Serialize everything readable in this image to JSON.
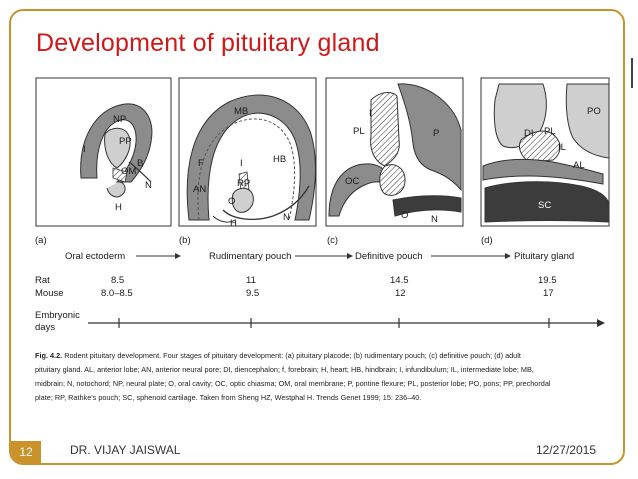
{
  "title": "Development of  pituitary gland",
  "footer": {
    "slide_number": "12",
    "author": "DR. VIJAY JAISWAL",
    "date": "12/27/2015"
  },
  "colors": {
    "title": "#d01818",
    "frame": "#c9922b",
    "tissue_dark": "#8c8c8c",
    "tissue_light": "#cfcfcf",
    "cartilage": "#3c3c3c"
  },
  "panels": [
    {
      "id": "(a)",
      "labels": [
        "NP",
        "PP",
        "OM",
        "I",
        "B",
        "N",
        "H"
      ]
    },
    {
      "id": "(b)",
      "labels": [
        "MB",
        "F",
        "I",
        "HB",
        "AN",
        "RP",
        "O",
        "H",
        "N"
      ]
    },
    {
      "id": "(c)",
      "labels": [
        "I",
        "PL",
        "P",
        "OC",
        "O",
        "N"
      ]
    },
    {
      "id": "(d)",
      "labels": [
        "PO",
        "DI",
        "PL",
        "IL",
        "AL",
        "SC"
      ]
    }
  ],
  "stages": [
    "Oral ectoderm",
    "Rudimentary pouch",
    "Definitive pouch",
    "Pituitary gland"
  ],
  "rat": {
    "label": "Rat",
    "values": [
      "8.5",
      "11",
      "14.5",
      "19.5"
    ]
  },
  "mouse": {
    "label": "Mouse",
    "values": [
      "8.0–8.5",
      "9.5",
      "12",
      "17"
    ]
  },
  "embryonic": {
    "line1": "Embryonic",
    "line2": "days"
  },
  "caption": {
    "bold": "Fig. 4.2.",
    "lines": [
      " Rodent pituitary development. Four stages of pituitary development: (a) pituitary placode; (b) rudimentary pouch; (c) definitive pouch; (d) adult",
      "pituitary gland. AL, anterior lobe; AN, anterior neural pore; DI, diencephalon; f, forebrain; H, heart; HB, hindbrain; I, infundibulum; IL, intermediate lobe; MB,",
      "midbrain; N, notochord; NP, neural plate; O, oral cavity; OC, optic chiasma; OM, oral membrane; P, pontine flexure; PL, posterior lobe; PO, pons; PP, prechordal",
      "plate; RP, Rathke's pouch; SC, sphenoid cartilage. Taken from Sheng HZ, Westphal H. Trends Genet 1999; 15: 236–40."
    ]
  }
}
